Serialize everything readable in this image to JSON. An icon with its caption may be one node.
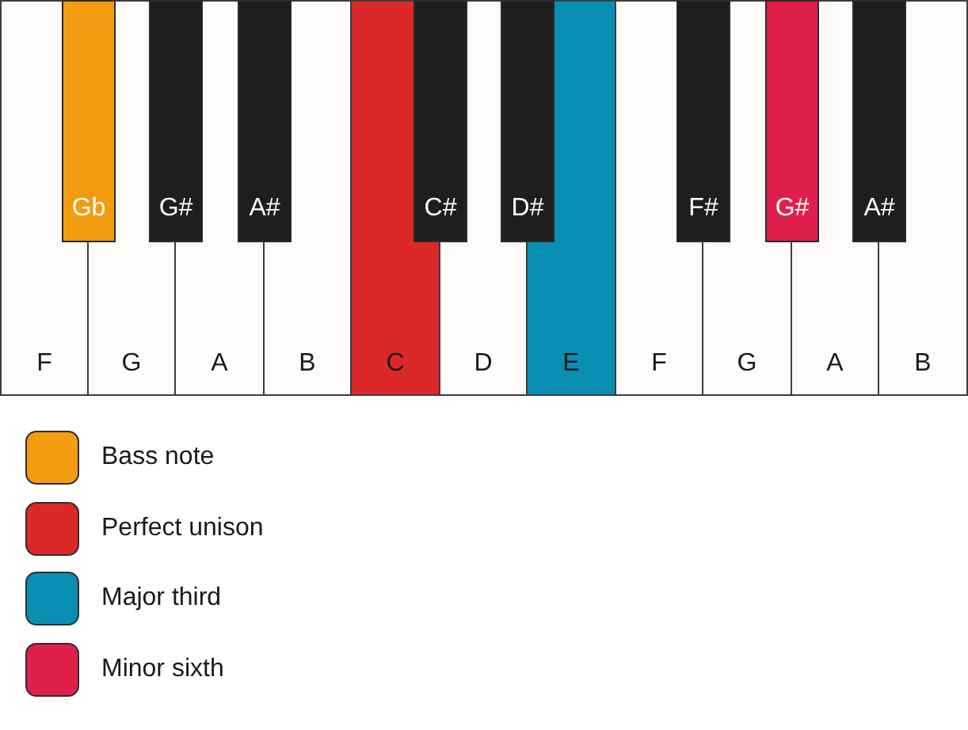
{
  "diagram": {
    "nodes": [
      {
        "text": [
          "F"
        ]
      },
      {
        "text": [
          "Gb"
        ]
      },
      {
        "text": [
          "G"
        ]
      },
      {
        "text": [
          "G#"
        ]
      },
      {
        "text": [
          "A"
        ]
      },
      {
        "text": [
          "A#"
        ]
      },
      {
        "text": [
          "B"
        ]
      },
      {
        "text": [
          "C"
        ]
      },
      {
        "text": [
          "C#"
        ]
      },
      {
        "text": [
          "D"
        ]
      },
      {
        "text": [
          "D#"
        ]
      },
      {
        "text": [
          "E"
        ]
      },
      {
        "text": [
          "F"
        ]
      },
      {
        "text": [
          "F#"
        ]
      },
      {
        "text": [
          "G"
        ]
      },
      {
        "text": [
          "G#"
        ]
      },
      {
        "text": [
          "A"
        ]
      },
      {
        "text": [
          "A#"
        ]
      },
      {
        "text": [
          "B"
        ]
      }
    ],
    "legend": [
      {
        "text": "Bass note",
        "color": "#f39c0f"
      },
      {
        "text": "Perfect unison",
        "color": "#dc2828"
      },
      {
        "text": "Major third",
        "color": "#0a8fb4"
      },
      {
        "text": "Minor sixth",
        "color": "#e01f4b"
      }
    ]
  }
}
